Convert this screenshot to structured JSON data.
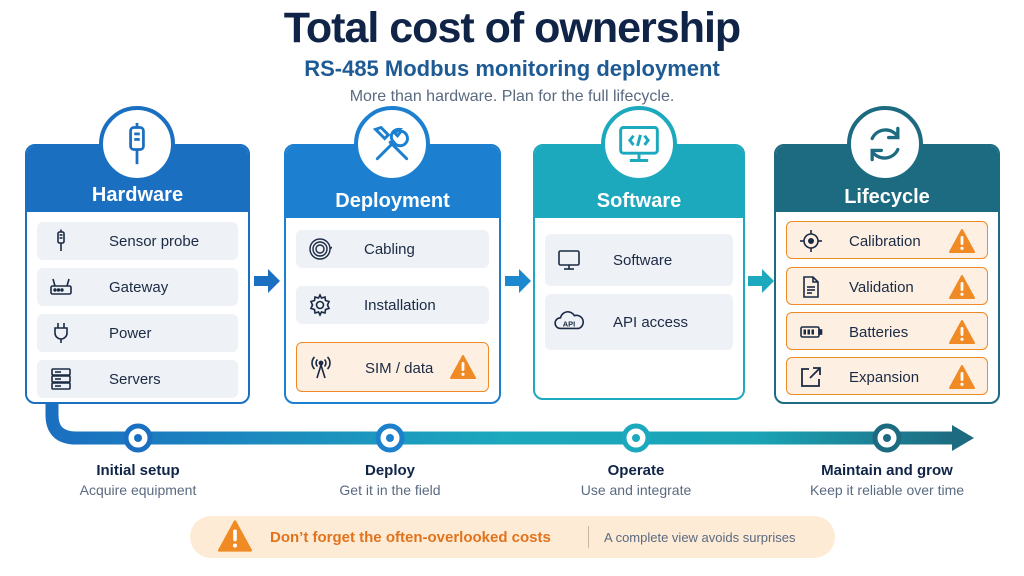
{
  "header": {
    "title": "Total cost of ownership",
    "subtitle": "RS-485 Modbus monitoring deployment",
    "tagline": "More than hardware. Plan for the full lifecycle."
  },
  "cards": [
    {
      "title": "Hardware",
      "color": "#1b6fc0",
      "icon": "sensor-probe-icon",
      "items": [
        {
          "label": "Sensor probe",
          "icon": "sensor-probe-icon",
          "warning": false
        },
        {
          "label": "Gateway",
          "icon": "router-icon",
          "warning": false
        },
        {
          "label": "Power",
          "icon": "power-plug-icon",
          "warning": false
        },
        {
          "label": "Servers",
          "icon": "server-icon",
          "warning": false
        }
      ]
    },
    {
      "title": "Deployment",
      "color": "#1c7fd0",
      "icon": "tools-icon",
      "items": [
        {
          "label": "Cabling",
          "icon": "cable-coil-icon",
          "warning": false
        },
        {
          "label": "Installation",
          "icon": "gear-icon",
          "warning": false
        },
        {
          "label": "SIM / data",
          "icon": "antenna-icon",
          "warning": true
        }
      ]
    },
    {
      "title": "Software",
      "color": "#1ca8bd",
      "icon": "code-monitor-icon",
      "items": [
        {
          "label": "Software",
          "icon": "monitor-icon",
          "warning": false
        },
        {
          "label": "API access",
          "icon": "api-cloud-icon",
          "warning": false
        }
      ]
    },
    {
      "title": "Lifecycle",
      "color": "#1d6b80",
      "icon": "refresh-icon",
      "items": [
        {
          "label": "Calibration",
          "icon": "crosshair-icon",
          "warning": true
        },
        {
          "label": "Validation",
          "icon": "document-icon",
          "warning": true
        },
        {
          "label": "Batteries",
          "icon": "battery-icon",
          "warning": true
        },
        {
          "label": "Expansion",
          "icon": "expand-icon",
          "warning": true
        }
      ]
    }
  ],
  "stages": [
    {
      "title": "Initial setup",
      "desc": "Acquire equipment"
    },
    {
      "title": "Deploy",
      "desc": "Get it in the field"
    },
    {
      "title": "Operate",
      "desc": "Use and integrate"
    },
    {
      "title": "Maintain and grow",
      "desc": "Keep it reliable over time"
    }
  ],
  "banner": {
    "message": "Don’t forget the often-overlooked costs",
    "sub": "A complete view avoids surprises",
    "icon": "warning-icon"
  },
  "colors": {
    "warning": "#f08a24",
    "title": "#0f2447",
    "subtitle": "#1e5b94"
  }
}
